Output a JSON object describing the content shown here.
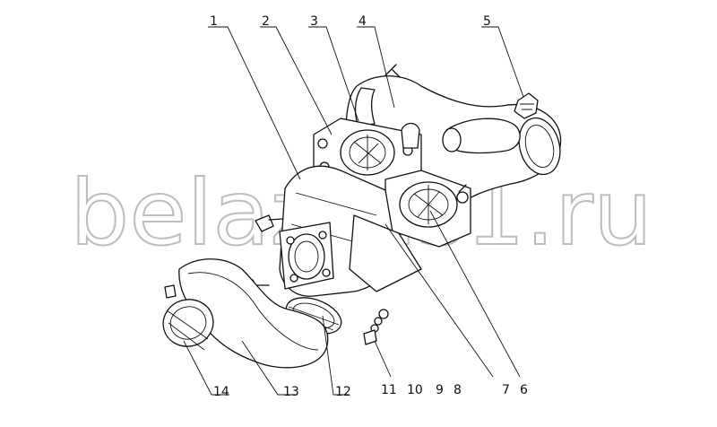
{
  "watermark": "belazrus1.ru",
  "callouts": [
    {
      "id": "label-1",
      "text": "1"
    },
    {
      "id": "label-2",
      "text": "2"
    },
    {
      "id": "label-3",
      "text": "3"
    },
    {
      "id": "label-4",
      "text": "4"
    },
    {
      "id": "label-5",
      "text": "5"
    },
    {
      "id": "label-7",
      "text": "7"
    },
    {
      "id": "label-6",
      "text": "6"
    },
    {
      "id": "label-11",
      "text": "11"
    },
    {
      "id": "label-10",
      "text": "10"
    },
    {
      "id": "label-9",
      "text": "9"
    },
    {
      "id": "label-8",
      "text": "8"
    },
    {
      "id": "label-12",
      "text": "12"
    },
    {
      "id": "label-13",
      "text": "13"
    },
    {
      "id": "label-14",
      "text": "14"
    }
  ]
}
